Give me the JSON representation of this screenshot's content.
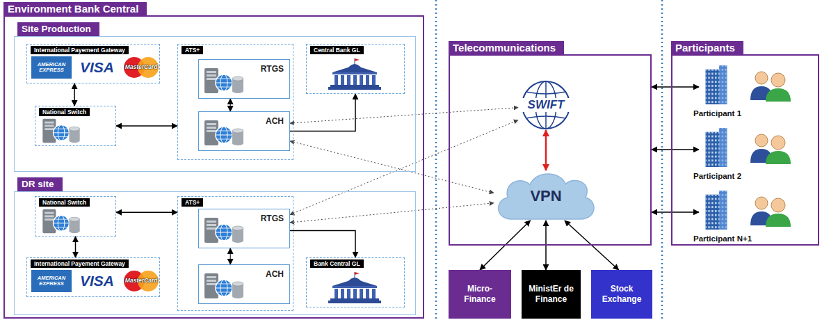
{
  "diagram": {
    "nodes": [
      {
        "text": [
          "Environment Bank Central"
        ]
      },
      {
        "text": [
          "Site Production"
        ],
        "in": 0
      },
      {
        "text": [
          "International Payement Gateway",
          "AMERICAN EXPRESS",
          "VISA",
          "MasterCard"
        ],
        "in": 1
      },
      {
        "text": [
          "National Switch"
        ],
        "in": 1
      },
      {
        "text": [
          "ATS+"
        ],
        "in": 1
      },
      {
        "text": [
          "RTGS"
        ],
        "in": 4
      },
      {
        "text": [
          "ACH"
        ],
        "in": 4
      },
      {
        "text": [
          "Central Bank GL"
        ],
        "in": 1
      },
      {
        "text": [
          "DR site"
        ],
        "in": 0
      },
      {
        "text": [
          "National Switch"
        ],
        "in": 8
      },
      {
        "text": [
          "International Payement Gateway",
          "AMERICAN EXPRESS",
          "VISA",
          "MasterCard"
        ],
        "in": 8
      },
      {
        "text": [
          "ATS+"
        ],
        "in": 8
      },
      {
        "text": [
          "RTGS"
        ],
        "in": 11
      },
      {
        "text": [
          "ACH"
        ],
        "in": 11
      },
      {
        "text": [
          "Bank Central GL"
        ],
        "in": 8
      },
      {
        "text": [
          "Telecommunications"
        ]
      },
      {
        "text": [
          "SWIFT"
        ],
        "in": 15
      },
      {
        "text": [
          "VPN"
        ],
        "in": 15
      },
      {
        "text": [
          "Participants"
        ]
      },
      {
        "text": [
          "Participant 1"
        ],
        "in": 18
      },
      {
        "text": [
          "Participant 2"
        ],
        "in": 18
      },
      {
        "text": [
          "Participant N+1"
        ],
        "in": 18
      },
      {
        "text": [
          "Micro-Finance"
        ]
      },
      {
        "text": [
          "MinistEr de Finance"
        ]
      },
      {
        "text": [
          "Stock Exchange"
        ]
      }
    ],
    "edges": [
      {
        "from": 2,
        "to": 3,
        "arrow": "both"
      },
      {
        "from": 3,
        "to": 4,
        "arrow": "both"
      },
      {
        "from": 5,
        "to": 6,
        "arrow": "both"
      },
      {
        "from": 6,
        "to": 7,
        "arrow": "to"
      },
      {
        "from": 6,
        "to": 16,
        "arrow": "both"
      },
      {
        "from": 6,
        "to": 17,
        "arrow": "both"
      },
      {
        "from": 9,
        "to": 10,
        "arrow": "both"
      },
      {
        "from": 9,
        "to": 11,
        "arrow": "both"
      },
      {
        "from": 12,
        "to": 13,
        "arrow": "both"
      },
      {
        "from": 12,
        "to": 14,
        "arrow": "to"
      },
      {
        "from": 12,
        "to": 16,
        "arrow": "both"
      },
      {
        "from": 12,
        "to": 17,
        "arrow": "both"
      },
      {
        "from": 16,
        "to": 17,
        "arrow": "both"
      },
      {
        "from": 15,
        "to": 19,
        "arrow": "both"
      },
      {
        "from": 15,
        "to": 20,
        "arrow": "both"
      },
      {
        "from": 15,
        "to": 21,
        "arrow": "both"
      },
      {
        "from": 17,
        "to": 22,
        "arrow": "both"
      },
      {
        "from": 17,
        "to": 23,
        "arrow": "both"
      },
      {
        "from": 17,
        "to": 24,
        "arrow": "both"
      }
    ]
  }
}
